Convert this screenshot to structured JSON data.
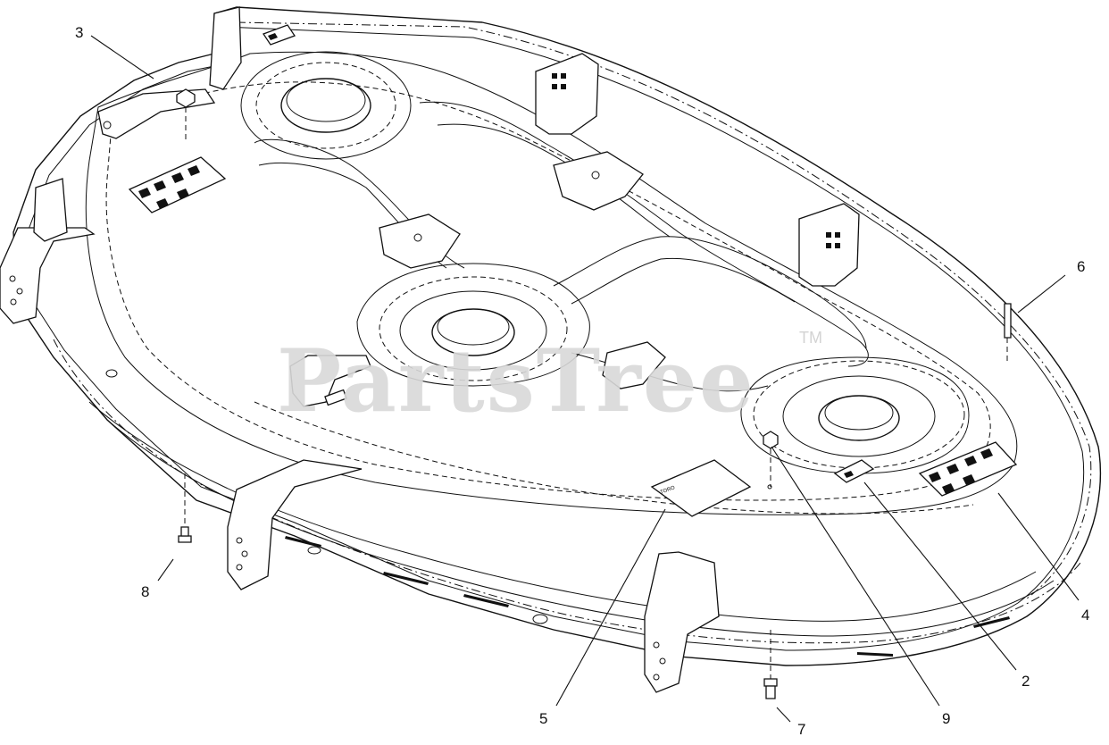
{
  "watermark": {
    "text": "PartsTree",
    "trademark": "TM"
  },
  "decal": {
    "small_label": "TORO"
  },
  "callouts": [
    {
      "id": "2",
      "label": "2"
    },
    {
      "id": "3",
      "label": "3"
    },
    {
      "id": "4",
      "label": "4"
    },
    {
      "id": "5",
      "label": "5"
    },
    {
      "id": "6",
      "label": "6"
    },
    {
      "id": "7",
      "label": "7"
    },
    {
      "id": "8",
      "label": "8"
    },
    {
      "id": "9",
      "label": "9"
    }
  ]
}
